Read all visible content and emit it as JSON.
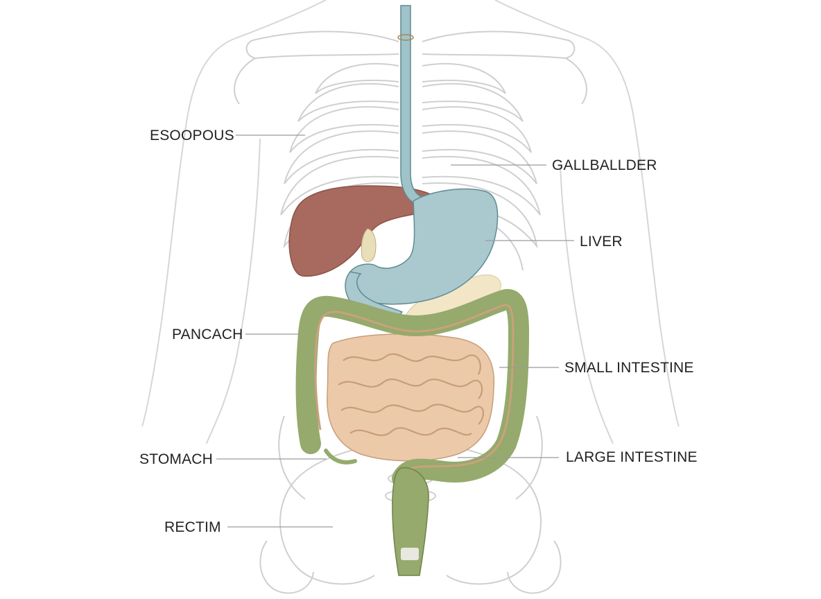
{
  "labels": {
    "esophagus": "ESOOPOUS",
    "gallbladder": "GALLBALLDER",
    "liver": "LIVER",
    "pancreas": "PANCACH",
    "small_intestine": "SMALL INTESTINE",
    "stomach": "STOMACH",
    "large_intestine": "LARGE INTESTINE",
    "rectum": "RECTIM"
  },
  "colors": {
    "liver": "#a86a5e",
    "stomach": "#a9c9cf",
    "esophagus": "#9fc3c9",
    "large_intestine": "#95aa6c",
    "small_intestine": "#ecc9a8",
    "pancreas": "#f2e6c6",
    "skeleton": "#cfcfcf",
    "text": "#222222"
  }
}
